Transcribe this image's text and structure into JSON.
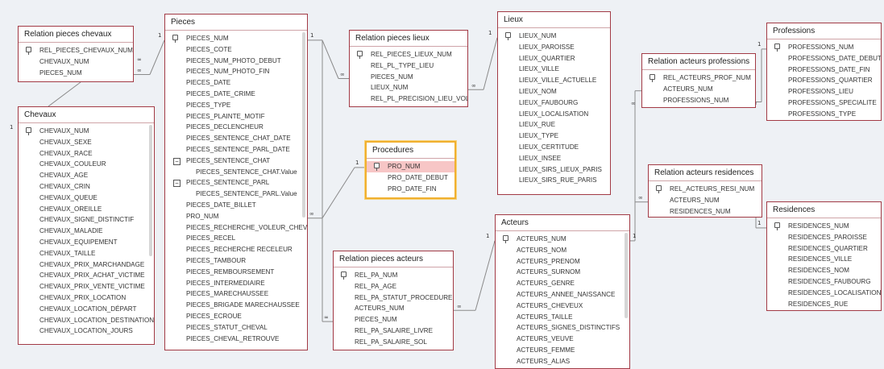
{
  "tables": [
    {
      "id": "rel_pieces_chevaux",
      "title": "Relation pieces chevaux",
      "fields": [
        {
          "name": "REL_PIECES_CHEVAUX_NUM",
          "key": true
        },
        {
          "name": "CHEVAUX_NUM"
        },
        {
          "name": "PIECES_NUM"
        }
      ]
    },
    {
      "id": "chevaux",
      "title": "Chevaux",
      "fields": [
        {
          "name": "CHEVAUX_NUM",
          "key": true
        },
        {
          "name": "CHEVAUX_SEXE"
        },
        {
          "name": "CHEVAUX_RACE"
        },
        {
          "name": "CHEVAUX_COULEUR"
        },
        {
          "name": "CHEVAUX_AGE"
        },
        {
          "name": "CHEVAUX_CRIN"
        },
        {
          "name": "CHEVAUX_QUEUE"
        },
        {
          "name": "CHEVAUX_OREILLE"
        },
        {
          "name": "CHEVAUX_SIGNE_DISTINCTIF"
        },
        {
          "name": "CHEVAUX_MALADIE"
        },
        {
          "name": "CHEVAUX_EQUIPEMENT"
        },
        {
          "name": "CHEVAUX_TAILLE"
        },
        {
          "name": "CHEVAUX_PRIX_MARCHANDAGE"
        },
        {
          "name": "CHEVAUX_PRIX_ACHAT_VICTIME"
        },
        {
          "name": "CHEVAUX_PRIX_VENTE_VICTIME"
        },
        {
          "name": "CHEVAUX_PRIX_LOCATION"
        },
        {
          "name": "CHEVAUX_LOCATION_DÉPART"
        },
        {
          "name": "CHEVAUX_LOCATION_DESTINATION"
        },
        {
          "name": "CHEVAUX_LOCATION_JOURS"
        }
      ]
    },
    {
      "id": "pieces",
      "title": "Pieces",
      "fields": [
        {
          "name": "PIECES_NUM",
          "key": true
        },
        {
          "name": "PIECES_COTE"
        },
        {
          "name": "PIECES_NUM_PHOTO_DEBUT"
        },
        {
          "name": "PIECES_NUM_PHOTO_FIN"
        },
        {
          "name": "PIECES_DATE"
        },
        {
          "name": "PIECES_DATE_CRIME"
        },
        {
          "name": "PIECES_TYPE"
        },
        {
          "name": "PIECES_PLAINTE_MOTIF"
        },
        {
          "name": "PIECES_DECLENCHEUR"
        },
        {
          "name": "PIECES_SENTENCE_CHAT_DATE"
        },
        {
          "name": "PIECES_SENTENCE_PARL_DATE"
        },
        {
          "name": "PIECES_SENTENCE_CHAT",
          "expand": true
        },
        {
          "name": "PIECES_SENTENCE_CHAT.Value",
          "sub": true
        },
        {
          "name": "PIECES_SENTENCE_PARL",
          "expand": true
        },
        {
          "name": "PIECES_SENTENCE_PARL.Value",
          "sub": true
        },
        {
          "name": "PIECES_DATE_BILLET"
        },
        {
          "name": "PRO_NUM"
        },
        {
          "name": "PIECES_RECHERCHE_VOLEUR_CHEVAL"
        },
        {
          "name": "PIECES_RECEL"
        },
        {
          "name": "PIECES_RECHERCHE RECELEUR"
        },
        {
          "name": "PIECES_TAMBOUR"
        },
        {
          "name": "PIECES_REMBOURSEMENT"
        },
        {
          "name": "PIECES_INTERMEDIAIRE"
        },
        {
          "name": "PIECES_MARECHAUSSEE"
        },
        {
          "name": "PIECES_BRIGADE MARECHAUSSEE"
        },
        {
          "name": "PIECES_ECROUE"
        },
        {
          "name": "PIECES_STATUT_CHEVAL"
        },
        {
          "name": "PIECES_CHEVAL_RETROUVE"
        }
      ]
    },
    {
      "id": "rel_pieces_lieux",
      "title": "Relation pieces lieux",
      "fields": [
        {
          "name": "REL_PIECES_LIEUX_NUM",
          "key": true
        },
        {
          "name": "REL_PL_TYPE_LIEU"
        },
        {
          "name": "PIECES_NUM"
        },
        {
          "name": "LIEUX_NUM"
        },
        {
          "name": "REL_PL_PRECISION_LIEU_VOL"
        }
      ]
    },
    {
      "id": "procedures",
      "title": "Procedures",
      "selected": true,
      "fields": [
        {
          "name": "PRO_NUM",
          "key": true,
          "highlight": true
        },
        {
          "name": "PRO_DATE_DEBUT"
        },
        {
          "name": "PRO_DATE_FIN"
        }
      ]
    },
    {
      "id": "rel_pieces_acteurs",
      "title": "Relation pieces acteurs",
      "fields": [
        {
          "name": "REL_PA_NUM",
          "key": true
        },
        {
          "name": "REL_PA_AGE"
        },
        {
          "name": "REL_PA_STATUT_PROCEDURE"
        },
        {
          "name": "ACTEURS_NUM"
        },
        {
          "name": "PIECES_NUM"
        },
        {
          "name": "REL_PA_SALAIRE_LIVRE"
        },
        {
          "name": "REL_PA_SALAIRE_SOL"
        }
      ]
    },
    {
      "id": "lieux",
      "title": "Lieux",
      "fields": [
        {
          "name": "LIEUX_NUM",
          "key": true
        },
        {
          "name": "LIEUX_PAROISSE"
        },
        {
          "name": "LIEUX_QUARTIER"
        },
        {
          "name": "LIEUX_VILLE"
        },
        {
          "name": "LIEUX_VILLE_ACTUELLE"
        },
        {
          "name": "LIEUX_NOM"
        },
        {
          "name": "LIEUX_FAUBOURG"
        },
        {
          "name": "LIEUX_LOCALISATION"
        },
        {
          "name": "LIEUX_RUE"
        },
        {
          "name": "LIEUX_TYPE"
        },
        {
          "name": "LIEUX_CERTITUDE"
        },
        {
          "name": "LIEUX_INSEE"
        },
        {
          "name": "LIEUX_SIRS_LIEUX_PARIS"
        },
        {
          "name": "LIEUX_SIRS_RUE_PARIS"
        }
      ]
    },
    {
      "id": "acteurs",
      "title": "Acteurs",
      "fields": [
        {
          "name": "ACTEURS_NUM",
          "key": true
        },
        {
          "name": "ACTEURS_NOM"
        },
        {
          "name": "ACTEURS_PRENOM"
        },
        {
          "name": "ACTEURS_SURNOM"
        },
        {
          "name": "ACTEURS_GENRE"
        },
        {
          "name": "ACTEURS_ANNEE_NAISSANCE"
        },
        {
          "name": "ACTEURS_CHEVEUX"
        },
        {
          "name": "ACTEURS_TAILLE"
        },
        {
          "name": "ACTEURS_SIGNES_DISTINCTIFS"
        },
        {
          "name": "ACTEURS_VEUVE"
        },
        {
          "name": "ACTEURS_FEMME"
        },
        {
          "name": "ACTEURS_ALIAS"
        }
      ]
    },
    {
      "id": "rel_acteurs_professions",
      "title": "Relation acteurs professions",
      "fields": [
        {
          "name": "REL_ACTEURS_PROF_NUM",
          "key": true
        },
        {
          "name": "ACTEURS_NUM"
        },
        {
          "name": "PROFESSIONS_NUM"
        }
      ]
    },
    {
      "id": "rel_acteurs_residences",
      "title": "Relation acteurs residences",
      "fields": [
        {
          "name": "REL_ACTEURS_RESI_NUM",
          "key": true
        },
        {
          "name": "ACTEURS_NUM"
        },
        {
          "name": "RESIDENCES_NUM"
        }
      ]
    },
    {
      "id": "professions",
      "title": "Professions",
      "fields": [
        {
          "name": "PROFESSIONS_NUM",
          "key": true
        },
        {
          "name": "PROFESSIONS_DATE_DEBUT"
        },
        {
          "name": "PROFESSIONS_DATE_FIN"
        },
        {
          "name": "PROFESSIONS_QUARTIER"
        },
        {
          "name": "PROFESSIONS_LIEU"
        },
        {
          "name": "PROFESSIONS_SPECIALITE"
        },
        {
          "name": "PROFESSIONS_TYPE"
        }
      ]
    },
    {
      "id": "residences",
      "title": "Residences",
      "fields": [
        {
          "name": "RESIDENCES_NUM",
          "key": true
        },
        {
          "name": "RESIDENCES_PAROISSE"
        },
        {
          "name": "RESIDENCES_QUARTIER"
        },
        {
          "name": "RESIDENCES_VILLE"
        },
        {
          "name": "RESIDENCES_NOM"
        },
        {
          "name": "RESIDENCES_FAUBOURG"
        },
        {
          "name": "RESIDENCES_LOCALISATION"
        },
        {
          "name": "RESIDENCES_RUE"
        }
      ]
    }
  ],
  "cardinality": {
    "one": "1",
    "many": "∞"
  },
  "colors": {
    "table_border": "#a23a45",
    "selected_border": "#f0b030",
    "highlight_row": "#f7c6c6",
    "line": "#8a8a8a"
  }
}
